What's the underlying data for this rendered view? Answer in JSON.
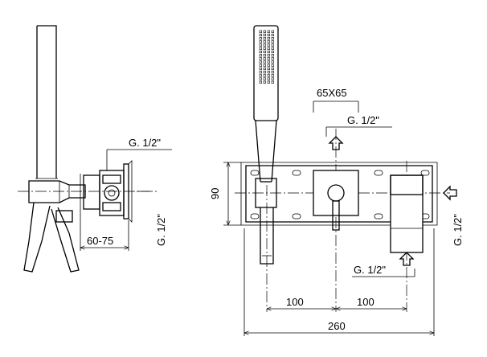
{
  "side_view": {
    "thread_top": "G. 1/2\"",
    "thread_vertical": "G. 1/2\"",
    "depth_range": "60-75"
  },
  "front_view": {
    "cover_size": "65X65",
    "inlet_top": "G. 1/2\"",
    "inlet_bottom": "G. 1/2\"",
    "inlet_right": "G. 1/2\"",
    "plate_height": "90",
    "spacing_left": "100",
    "spacing_right": "100",
    "overall_width": "260"
  }
}
